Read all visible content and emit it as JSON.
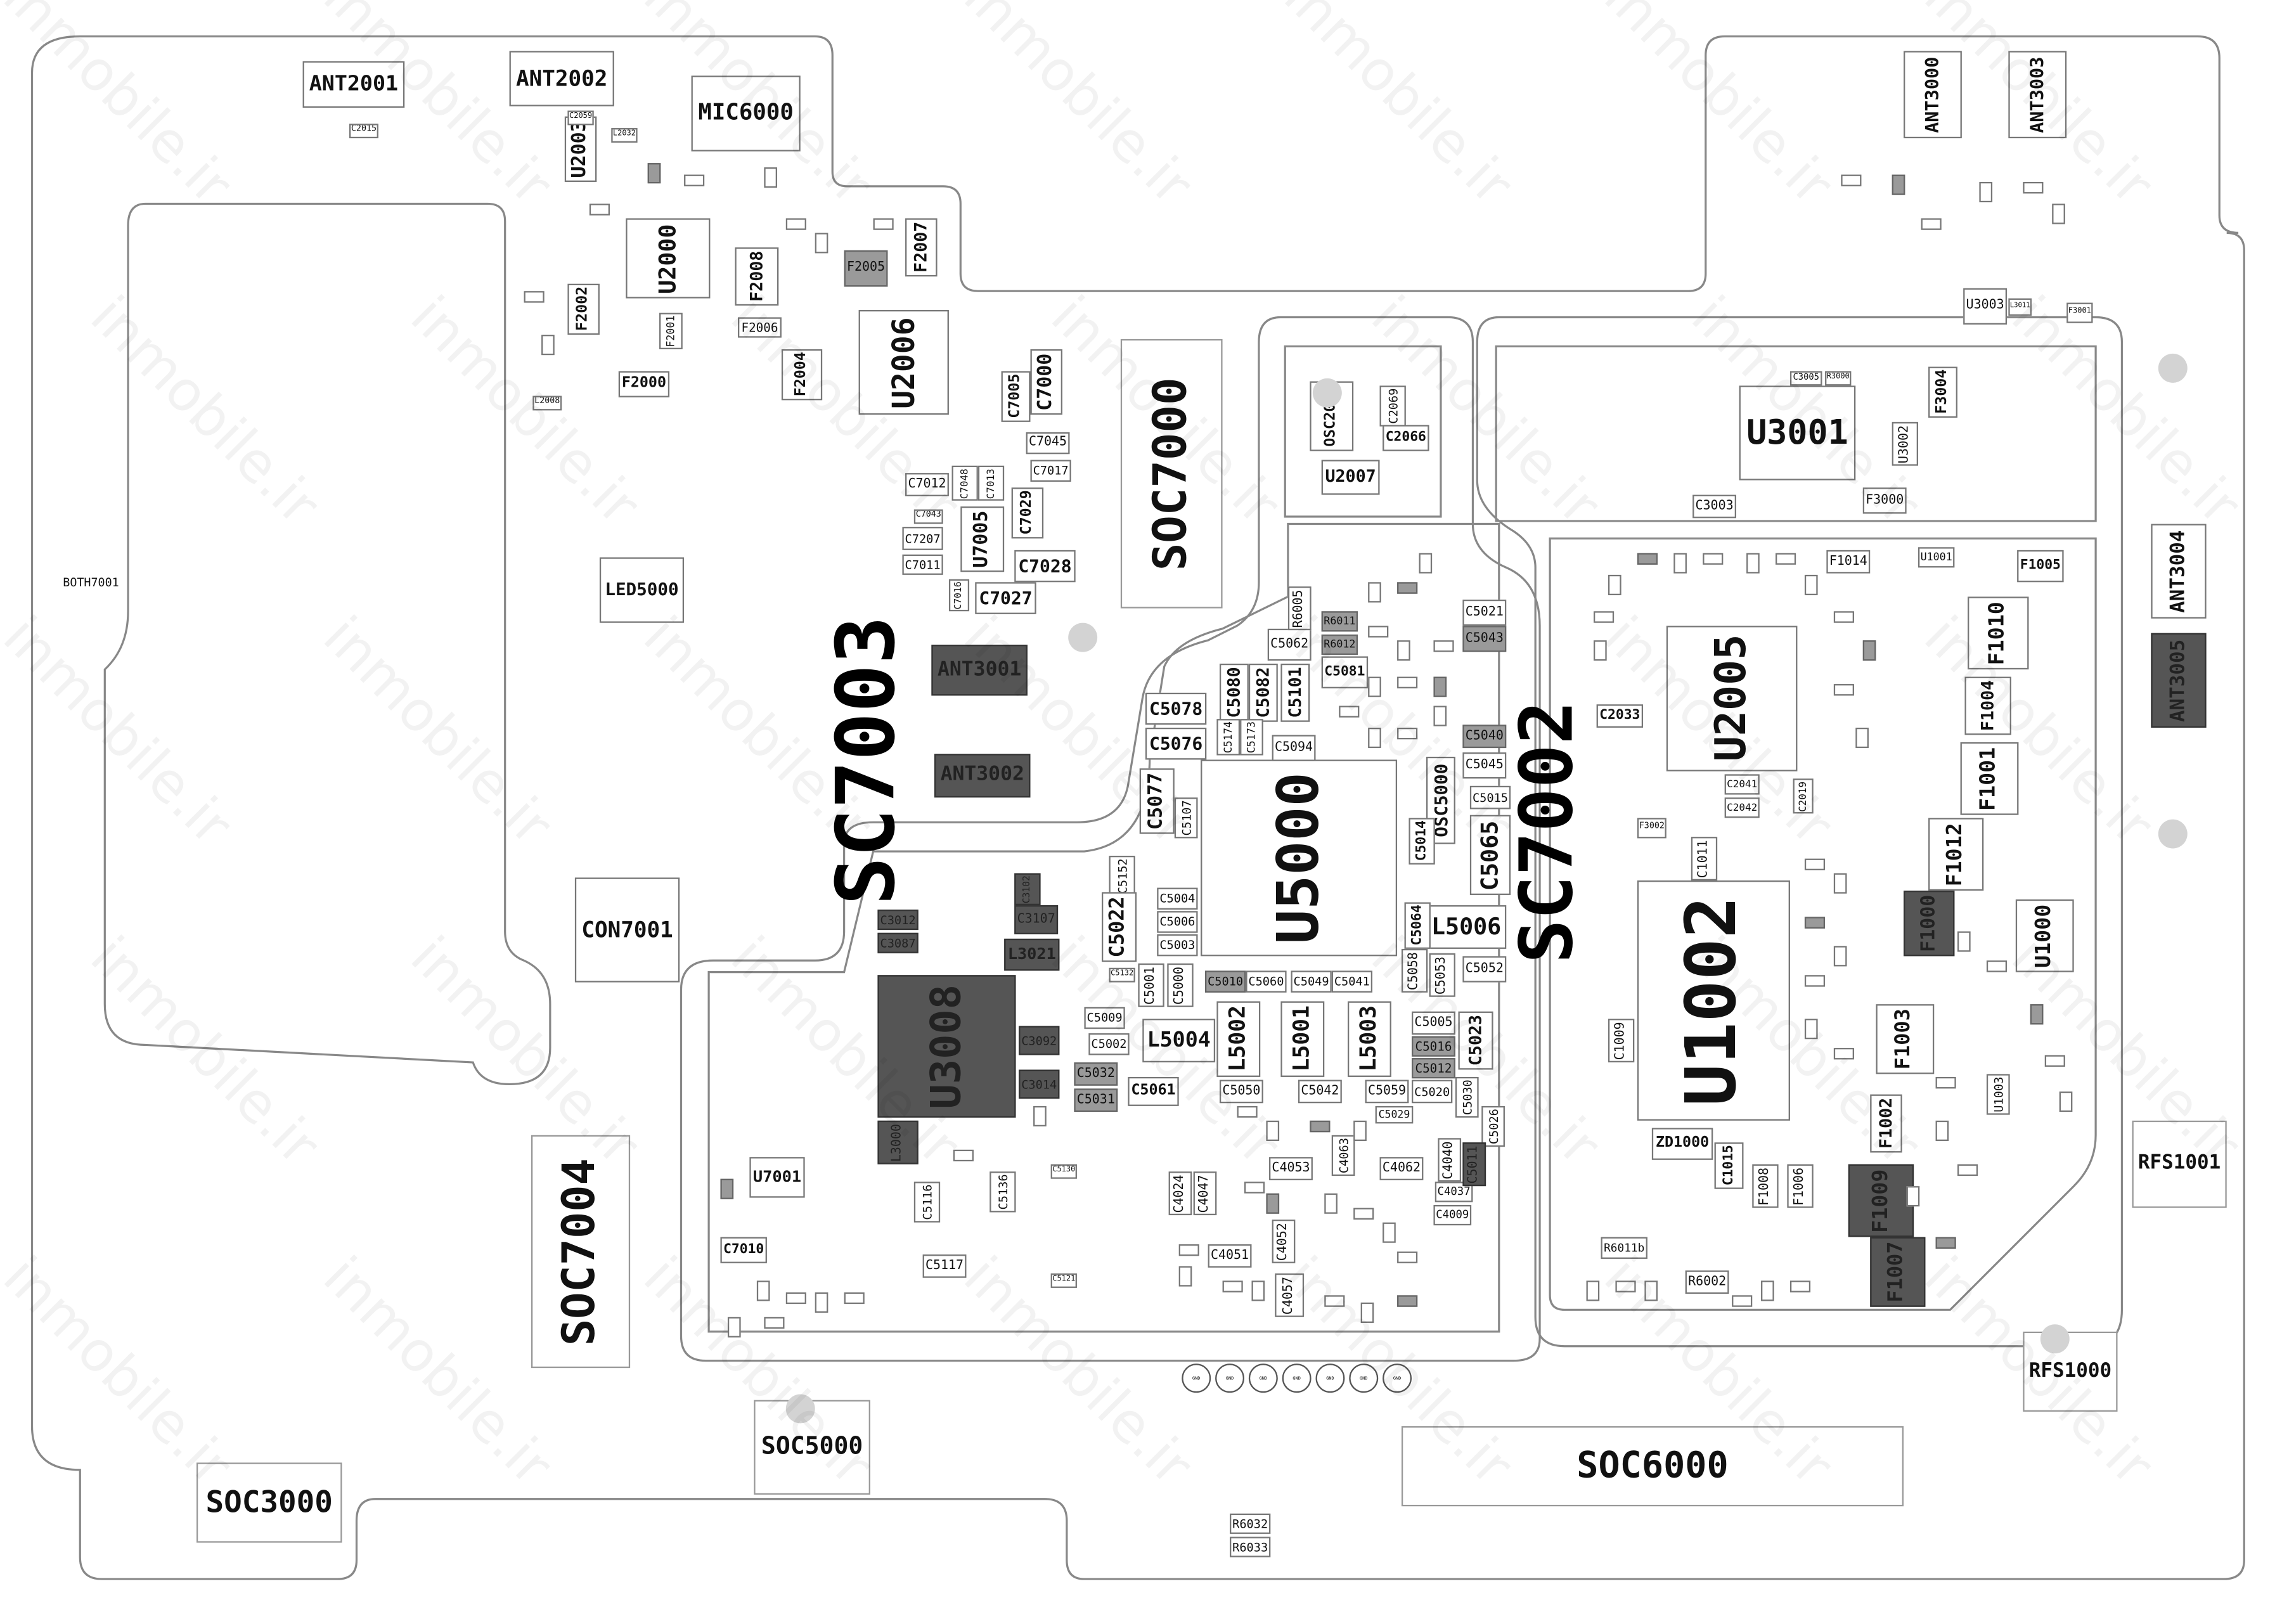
{
  "watermark": "inmobile.ir",
  "big_labels": [
    "SC7003",
    "SC7002"
  ],
  "components": [
    "ANT2001",
    "ANT2002",
    "MIC6000",
    "U2003",
    "U2000",
    "F2008",
    "F2002",
    "F2001",
    "F2004",
    "F2000",
    "F2006",
    "F2005",
    "F2007",
    "U2006",
    "C7005",
    "C7000",
    "C7045",
    "C7017",
    "C7012",
    "C7048",
    "C7013",
    "C7029",
    "U7005",
    "C7207",
    "C7011",
    "C7028",
    "C7027",
    "C7016",
    "C7043",
    "SOC7000",
    "OSC2000",
    "C2069",
    "C2066",
    "U2007",
    "LED5000",
    "BOTH7001",
    "CON7001",
    "ANT3001",
    "ANT3002",
    "C3012",
    "C3087",
    "L3021",
    "C3107",
    "C3102",
    "C3014",
    "C3092",
    "L3000",
    "U3008",
    "U7001",
    "C7010",
    "C5116",
    "C5136",
    "C5117",
    "C5130",
    "C5121",
    "SOC7004",
    "SOC5000",
    "SOC3000",
    "SOC6000",
    "RFS1000",
    "RFS1001",
    "ANT3000",
    "ANT3003",
    "ANT3004",
    "ANT3005",
    "U3003",
    "U3001",
    "F3004",
    "U3002",
    "F3000",
    "C3003",
    "C3005",
    "R3000",
    "F3001",
    "L3011",
    "U2005",
    "C2033",
    "C2042",
    "C2041",
    "C2019",
    "U5000",
    "OSC5000",
    "L5006",
    "C5065",
    "C5078",
    "C5076",
    "C5080",
    "C5082",
    "C5101",
    "C5174",
    "C5173",
    "C5062",
    "C5081",
    "C5043",
    "C5040",
    "C5021",
    "C5045",
    "C5015",
    "C5094",
    "C5077",
    "C5107",
    "C5152",
    "C5022",
    "C5004",
    "C5006",
    "C5003",
    "C5014",
    "C5064",
    "C5001",
    "C5000",
    "C5132",
    "C5010",
    "C5060",
    "C5049",
    "C5041",
    "C5052",
    "C5053",
    "C5058",
    "C5009",
    "C5002",
    "L5004",
    "L5002",
    "L5001",
    "L5003",
    "C5005",
    "C5016",
    "C5012",
    "C5023",
    "C5061",
    "C5050",
    "C5042",
    "C5059",
    "C5020",
    "C5032",
    "C5031",
    "C5029",
    "C5030",
    "C5026",
    "C4053",
    "C4062",
    "C4040",
    "C4037",
    "C4009",
    "C4051",
    "C4052",
    "C4057",
    "C4063",
    "C4024",
    "C4047",
    "C5011",
    "R6005",
    "R6011",
    "R6012",
    "U1002",
    "ZD1000",
    "C1015",
    "F1008",
    "F1006",
    "F1009",
    "F1007",
    "F1002",
    "F1003",
    "F1000",
    "F1012",
    "F1001",
    "F1004",
    "F1010",
    "F1005",
    "F1014",
    "U1001",
    "U1000",
    "U1003",
    "C1009",
    "C1011",
    "F3002",
    "R6011b",
    "R6002",
    "R6032",
    "R6033",
    "C2015",
    "L2032",
    "C2059",
    "L2008"
  ],
  "pads": [
    "GND",
    "GND",
    "GND",
    "GND",
    "GND",
    "GND",
    "GND"
  ]
}
